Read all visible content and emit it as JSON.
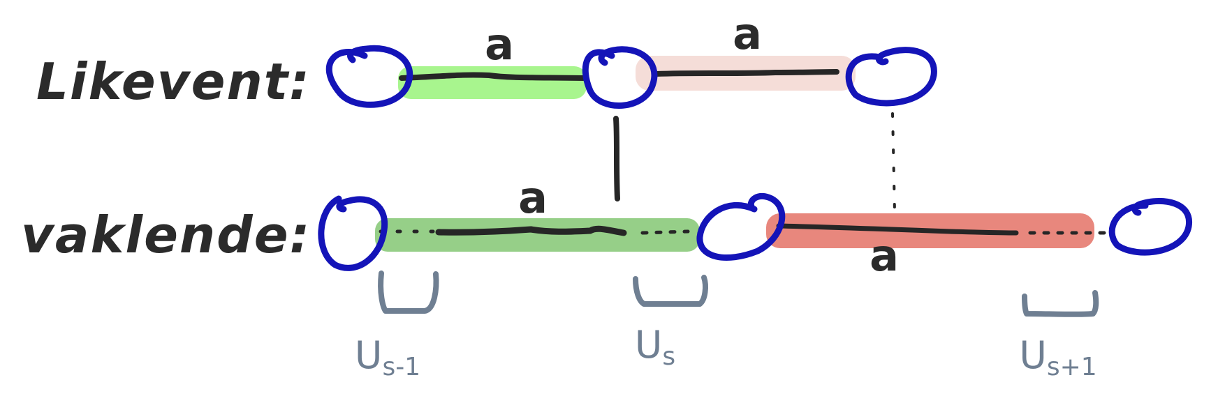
{
  "rows": {
    "top": {
      "label": "Likevent:"
    },
    "bottom": {
      "label": "vaklende:"
    }
  },
  "edge_labels": {
    "top_left": "a",
    "top_right": "a",
    "bottom_left": "a",
    "bottom_right": "a"
  },
  "u_labels": [
    {
      "base": "U",
      "sub": "s-1"
    },
    {
      "base": "U",
      "sub": "s"
    },
    {
      "base": "U",
      "sub": "s+1"
    }
  ],
  "colors": {
    "node": "#1414b8",
    "stroke": "#262626",
    "brace": "#6f7f92",
    "top_green": "#a8f58e",
    "top_pink": "#f5ddd8",
    "bottom_green": "#96cf88",
    "bottom_red": "#e8877d"
  }
}
